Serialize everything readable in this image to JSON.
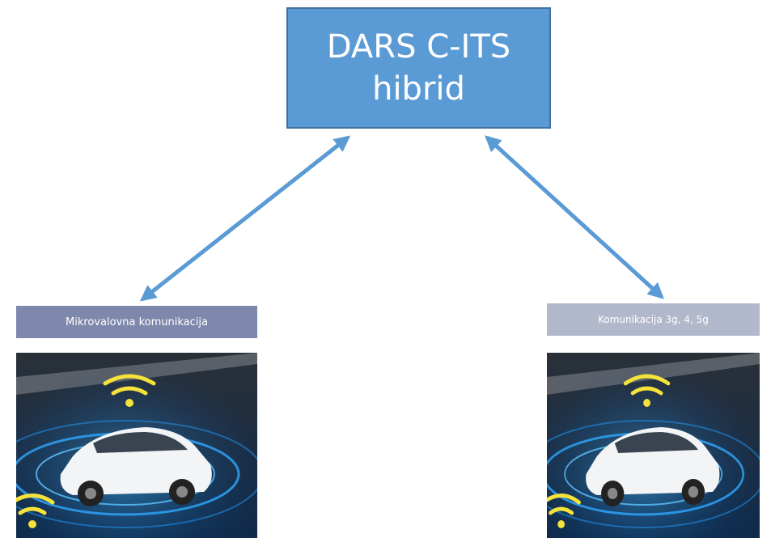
{
  "hub": {
    "line1": "DARS C-ITS",
    "line2": "hibrid"
  },
  "left_branch": {
    "label": "Mikrovalovna komunikacija",
    "image": "car-with-wireless-signals"
  },
  "right_branch": {
    "label": "Komunikacija 3g, 4, 5g",
    "image": "car-with-wireless-signals"
  },
  "colors": {
    "hub_fill": "#5b9bd5",
    "hub_border": "#41719c",
    "arrow": "#5b9bd5",
    "left_label_bg": "#7d88ac",
    "right_label_bg": "#b2b8cc",
    "signal": "#f5e23a"
  }
}
